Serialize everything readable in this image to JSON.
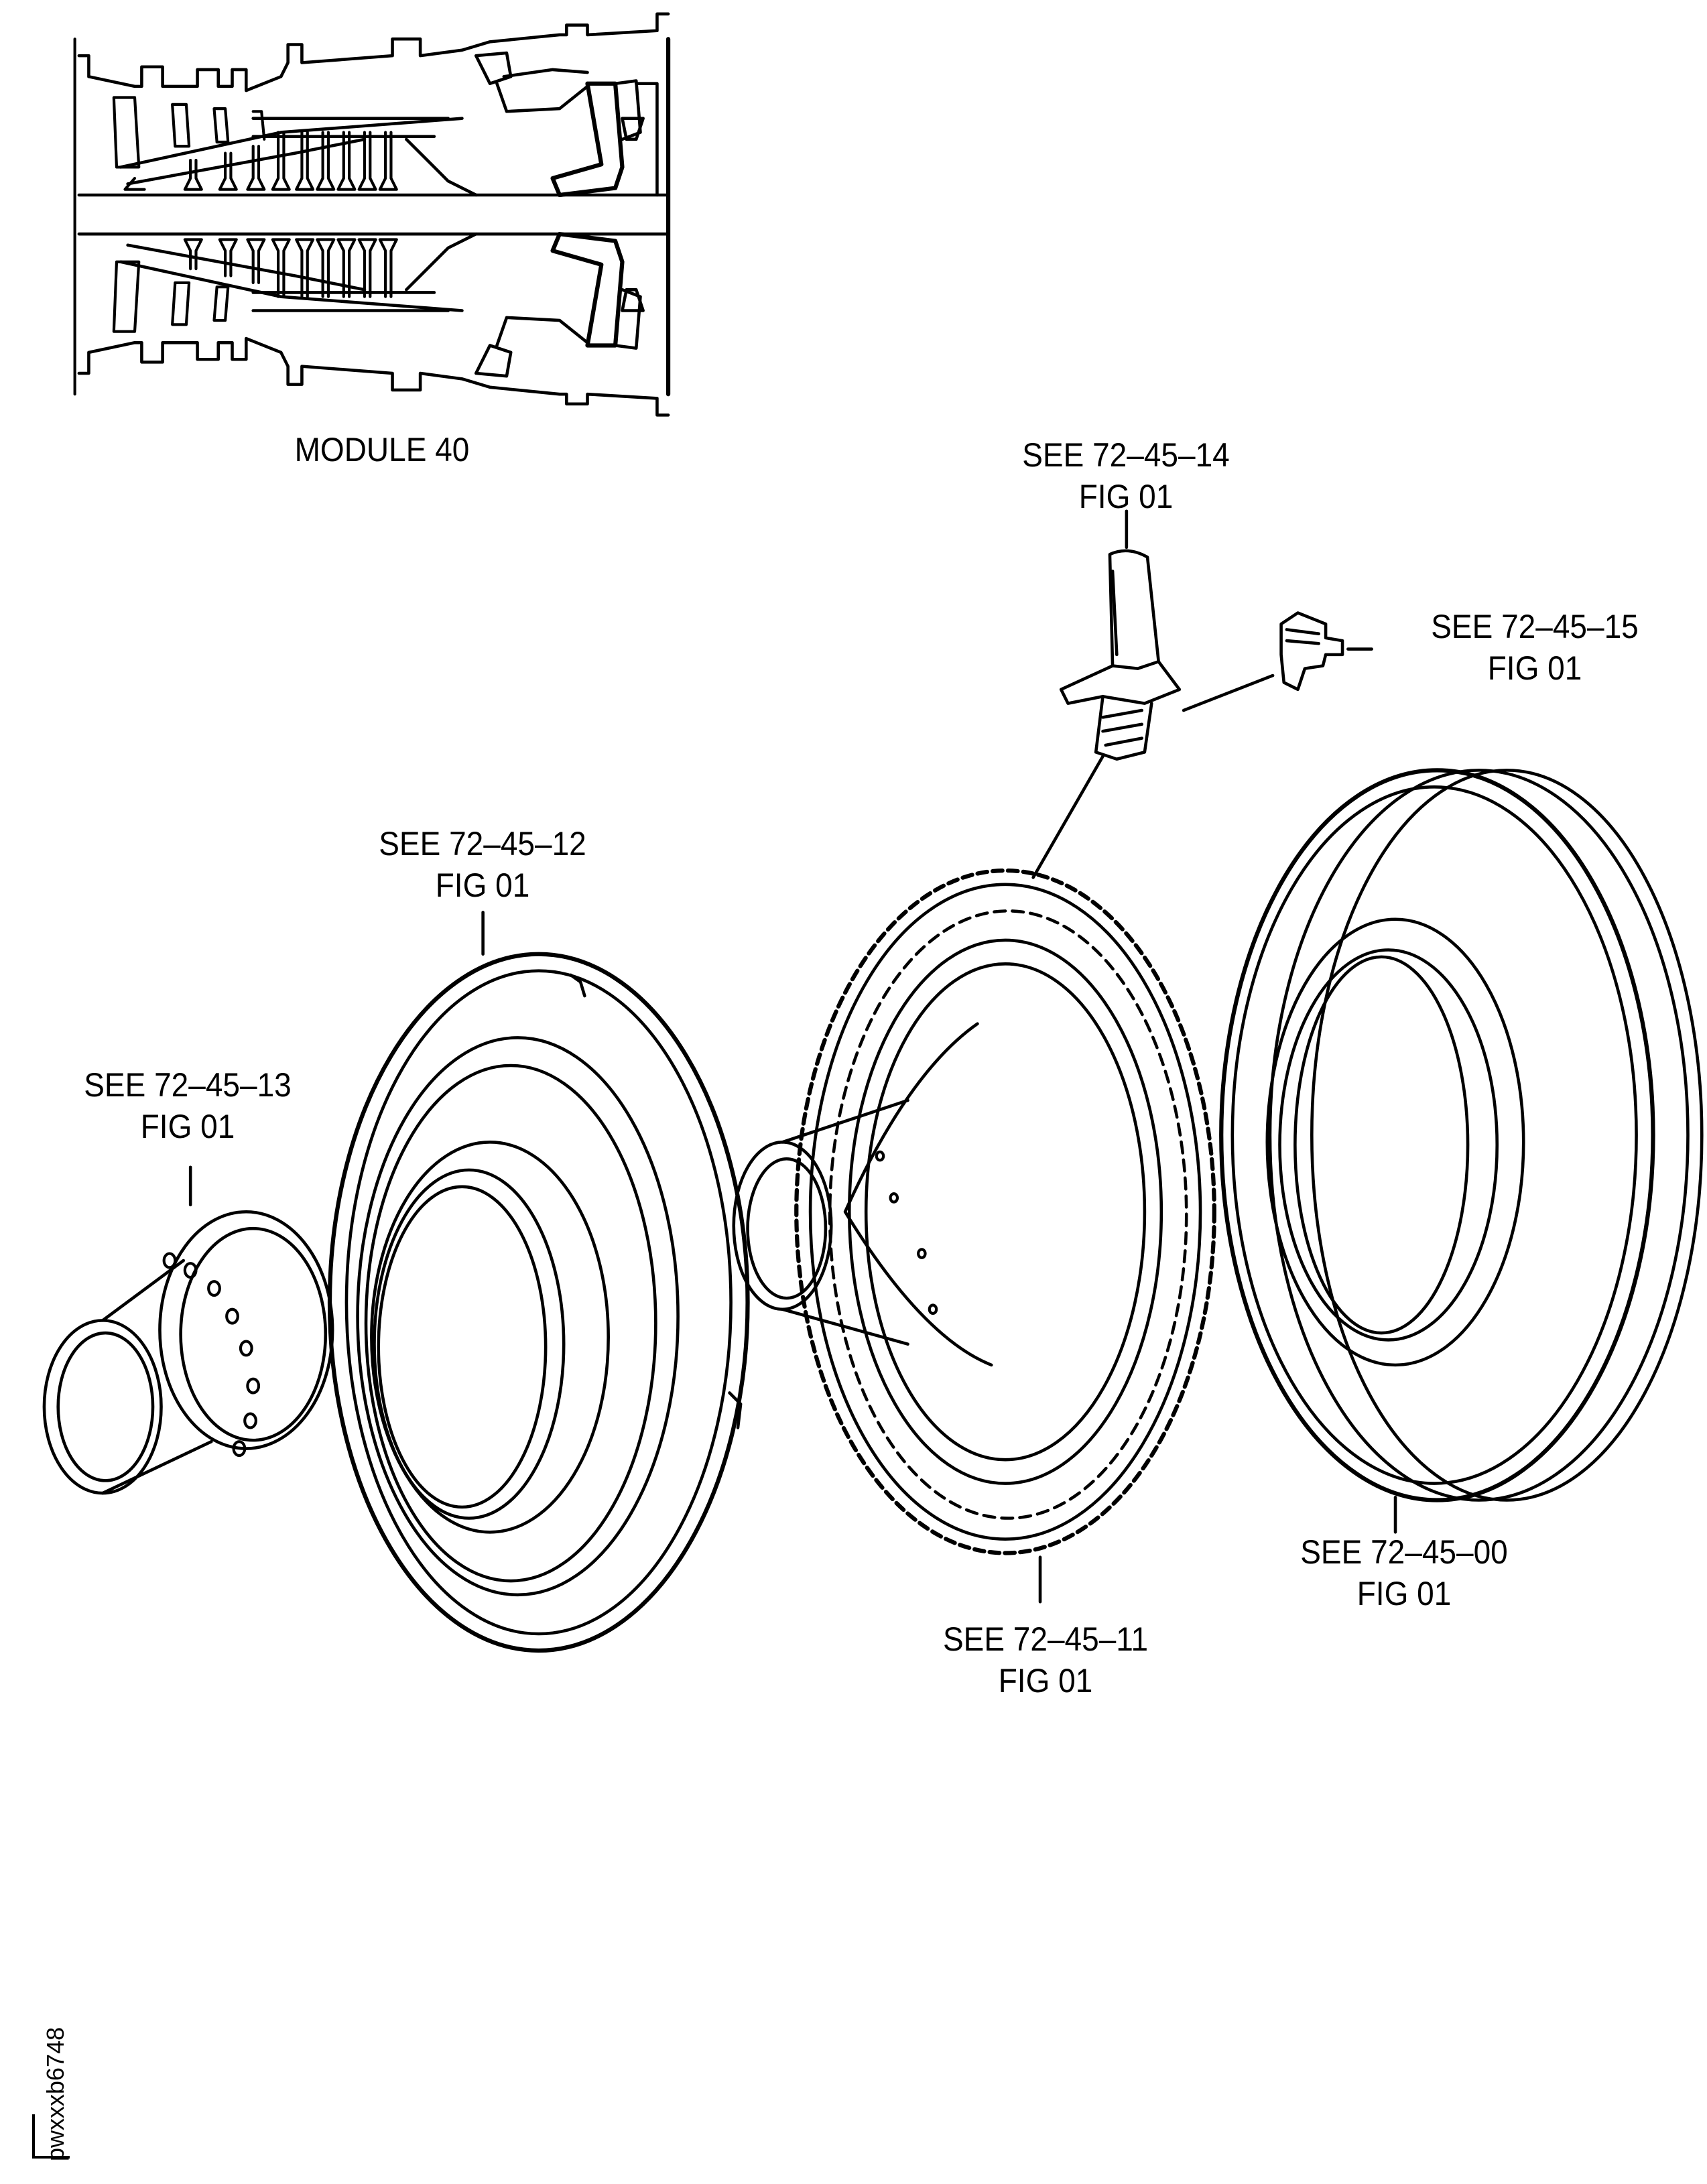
{
  "figure": {
    "inset_caption": "MODULE 40",
    "callouts": [
      {
        "id": "blade",
        "line1": "SEE 72–45–14",
        "line2": "FIG 01"
      },
      {
        "id": "retainer",
        "line1": "SEE 72–45–15",
        "line2": "FIG 01"
      },
      {
        "id": "front-cover",
        "line1": "SEE 72–45–12",
        "line2": "FIG 01"
      },
      {
        "id": "stub-shaft",
        "line1": "SEE 72–45–13",
        "line2": "FIG 01"
      },
      {
        "id": "disk",
        "line1": "SEE 72–45–11",
        "line2": "FIG 01"
      },
      {
        "id": "rear-cover",
        "line1": "SEE 72–45–00",
        "line2": "FIG 01"
      }
    ],
    "sheet_id": "pwxxxb6748"
  }
}
